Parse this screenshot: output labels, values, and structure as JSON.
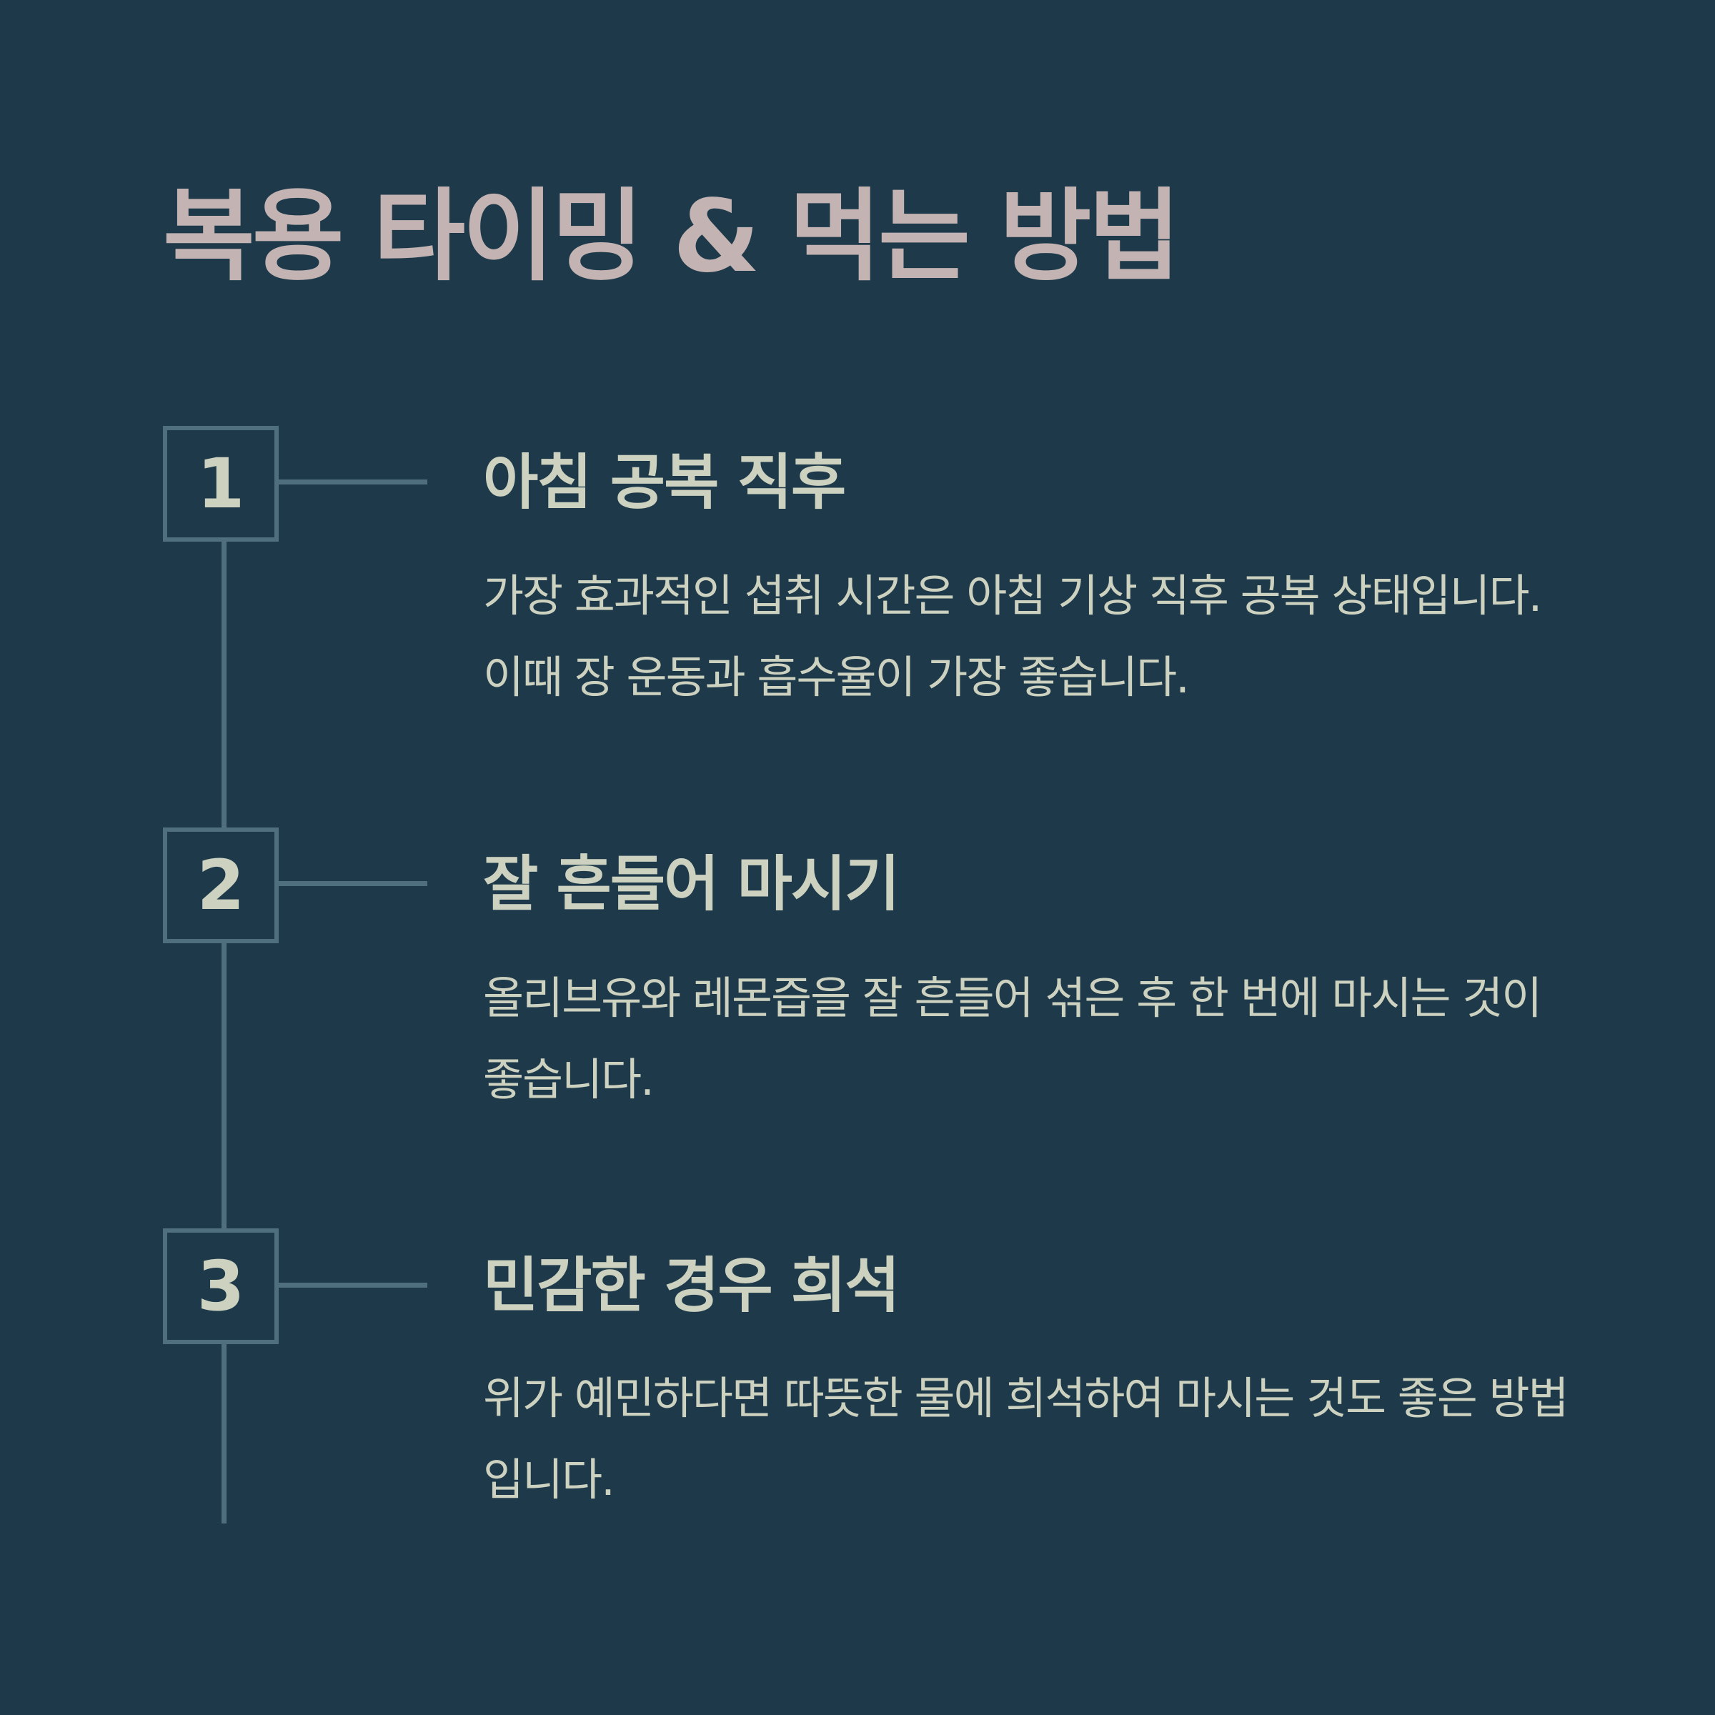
{
  "title": "복용 타이밍 & 먹는 방법",
  "steps": [
    {
      "number": "1",
      "title": "아침 공복 직후",
      "description": "가장 효과적인 섭취 시간은 아침 기상 직후 공복 상태입니다. 이때 장 운동과 흡수율이 가장 좋습니다."
    },
    {
      "number": "2",
      "title": "잘 흔들어 마시기",
      "description": "올리브유와 레몬즙을 잘 흔들어 섞은 후 한 번에 마시는 것이 좋습니다."
    },
    {
      "number": "3",
      "title": "민감한 경우 희석",
      "description": "위가 예민하다면 따뜻한 물에 희석하여 마시는 것도 좋은 방법입니다."
    }
  ],
  "colors": {
    "background": "#1e3a4a",
    "title": "#c4b3b3",
    "text": "#ccd1c0",
    "line": "#4f6f7f"
  }
}
